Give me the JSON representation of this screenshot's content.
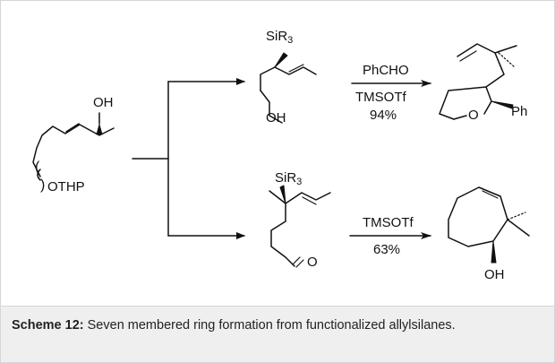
{
  "scheme": {
    "start": {
      "oh": "OH",
      "othp": "OTHP"
    },
    "top": {
      "intermediate": {
        "si": "SiR",
        "si_sub": "3",
        "oh": "OH"
      },
      "reagent_above": "PhCHO",
      "reagent_below": "TMSOTf",
      "yield": "94%",
      "product": {
        "o": "O",
        "ph": "Ph"
      }
    },
    "bottom": {
      "intermediate": {
        "si": "SiR",
        "si_sub": "3",
        "o": "O"
      },
      "reagent_above": "TMSOTf",
      "yield": "63%",
      "product": {
        "oh": "OH"
      }
    }
  },
  "caption": {
    "label": "Scheme 12:",
    "text": " Seven membered ring formation from functionalized allylsilanes."
  }
}
